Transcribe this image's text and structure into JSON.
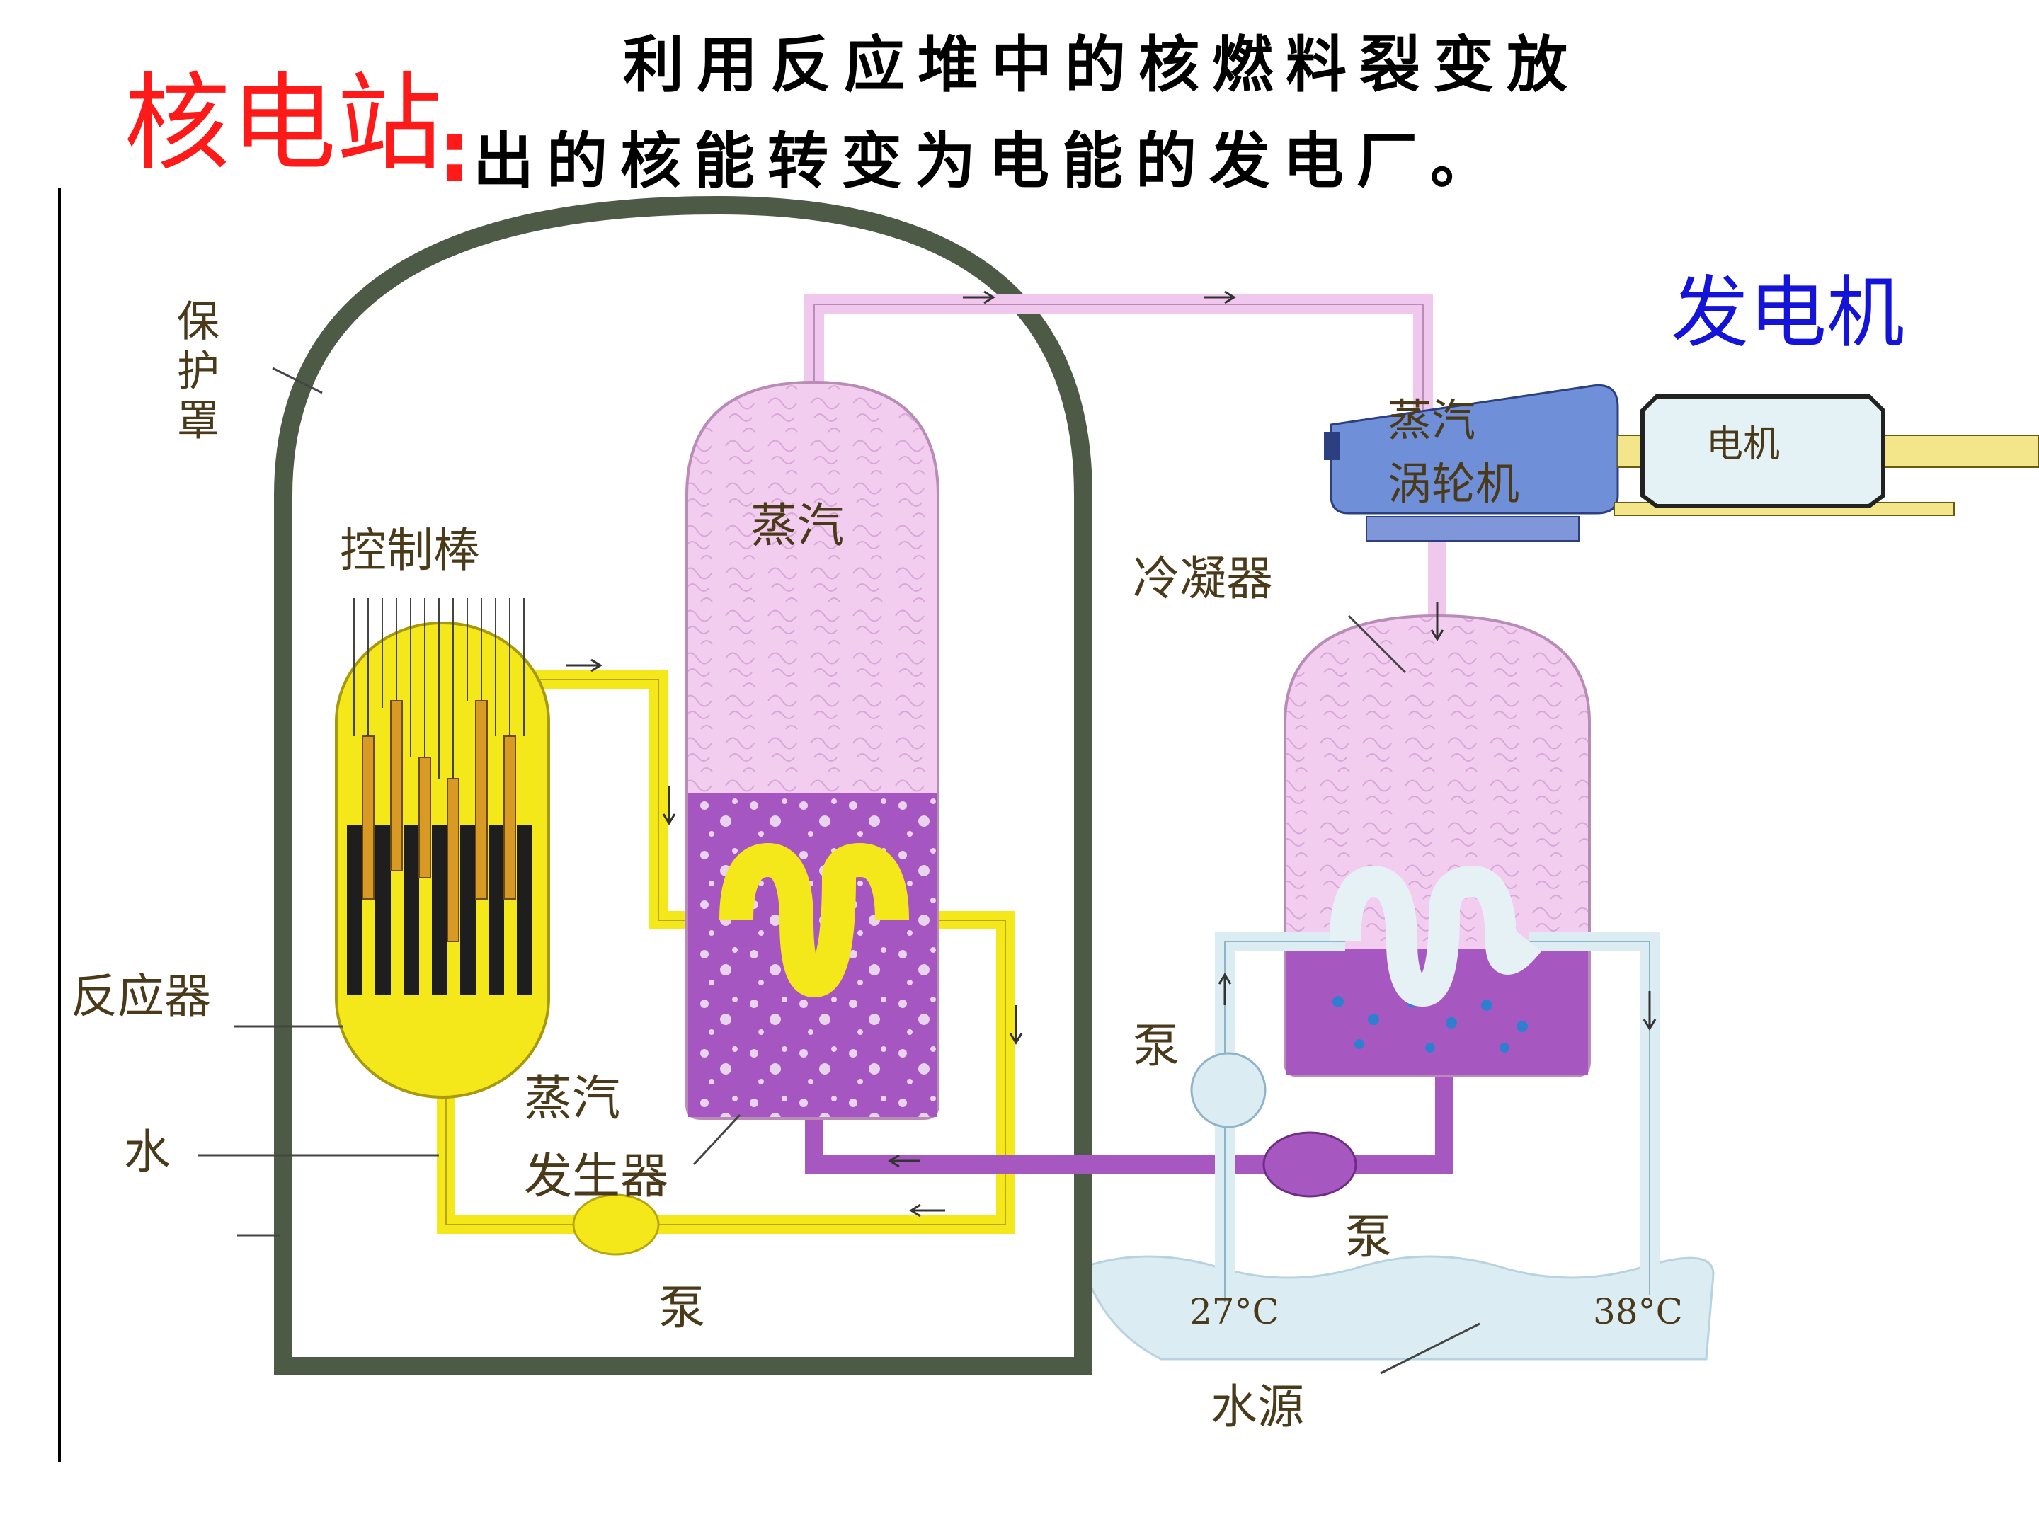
{
  "title": {
    "main": "核电站",
    "colon": ":",
    "definition_line1": "利用反应堆中的核燃料裂变放",
    "definition_line2": "出的核能转变为电能的发电厂。"
  },
  "labels": {
    "shield_v1": "保",
    "shield_v2": "护",
    "shield_v3": "罩",
    "control_rods": "控制棒",
    "reactor": "反应器",
    "water": "水",
    "sg_line1": "蒸汽",
    "sg_line2": "发生器",
    "pump_primary": "泵",
    "steam_in_generator": "蒸汽",
    "turbine_line1": "蒸汽",
    "turbine_line2": "涡轮机",
    "condenser": "冷凝器",
    "pump_cooling": "泵",
    "pump_secondary": "泵",
    "temp_inlet": "27°C",
    "temp_outlet": "38°C",
    "water_source": "水源",
    "generator_en": "发电机",
    "generator_text": "电机"
  },
  "colors": {
    "title_red": "#ff1a1a",
    "label_blue": "#1414d8",
    "dome": "#4d5a45",
    "reactor_yellow": "#f5e81a",
    "steam_pink": "#f0c8ee",
    "water_purple": "#a757c0",
    "cooling_light": "#dcecf3",
    "turbine_blue": "#6f8fd8"
  }
}
